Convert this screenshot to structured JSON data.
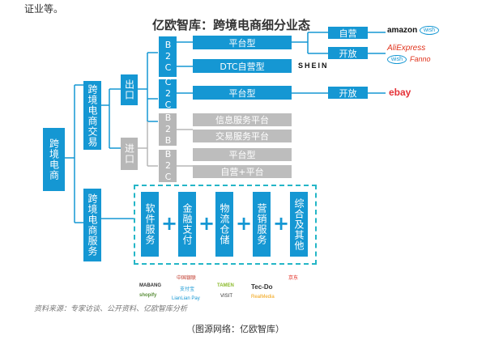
{
  "top_fragment": "证业等。",
  "title": "亿欧智库：跨境电商细分业态",
  "nodes": {
    "root": "跨境电商",
    "trade": "跨境电商交易",
    "service": "跨境电商服务",
    "export": "出口",
    "import": "进口",
    "b2c_a": "B2C",
    "c2c": "C2C",
    "b2b": "B2B",
    "b2c_b": "B2C",
    "platform_1": "平台型",
    "dtc": "DTC自营型",
    "platform_2": "平台型",
    "info_platform": "信息服务平台",
    "trade_platform": "交易服务平台",
    "platform_3": "平台型",
    "self_plus_platform": "自营+平台",
    "self_run": "自营",
    "open_1": "开放",
    "open_2": "开放"
  },
  "services": [
    "软件服务",
    "金融支付",
    "物流仓储",
    "营销服务",
    "综合及其他"
  ],
  "brands": {
    "amazon": "amazon",
    "ali": "AliExpress",
    "fanno": "Fanno",
    "shein": "SHEIN",
    "ebay": "ebay",
    "wish": "wish"
  },
  "service_logos": [
    "MABANG",
    "shopify",
    "中国银联",
    "支付宝",
    "LianLian Pay",
    "TAMEN",
    "VISIT",
    "Tec-Do",
    "RealMedia",
    "京东"
  ],
  "source": "资料来源：专家访谈、公开资料、亿欧智库分析",
  "caption": "（图源网络：亿欧智库）",
  "colors": {
    "blue": "#1597d3",
    "grey": "#b7b7b7",
    "dash": "#25b6c7"
  }
}
